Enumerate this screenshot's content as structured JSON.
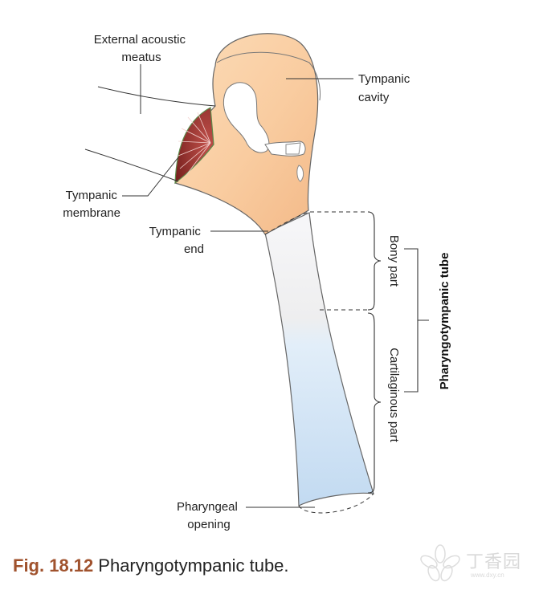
{
  "figure": {
    "caption_number": "Fig. 18.12",
    "caption_text": "Pharyngotympanic tube."
  },
  "labels": {
    "external_acoustic_meatus": [
      "External acoustic",
      "meatus"
    ],
    "tympanic_cavity": [
      "Tympanic",
      "cavity"
    ],
    "tympanic_membrane": [
      "Tympanic",
      "membrane"
    ],
    "tympanic_end": [
      "Tympanic",
      "end"
    ],
    "bony_part": "Bony part",
    "cartilaginous_part": "Cartilaginous part",
    "pharyngotympanic_tube": "Pharyngotympanic tube",
    "pharyngeal_opening": [
      "Pharyngeal",
      "opening"
    ]
  },
  "watermark": {
    "text": "丁香园",
    "url": "www.dxy.cn"
  },
  "colors": {
    "cavity_fill": "#f9cca0",
    "bony_fill": "#f4f4f6",
    "cartilage_fill": "#cfe3f5",
    "membrane": "#8b2b28",
    "caption_accent": "#a0522d"
  }
}
